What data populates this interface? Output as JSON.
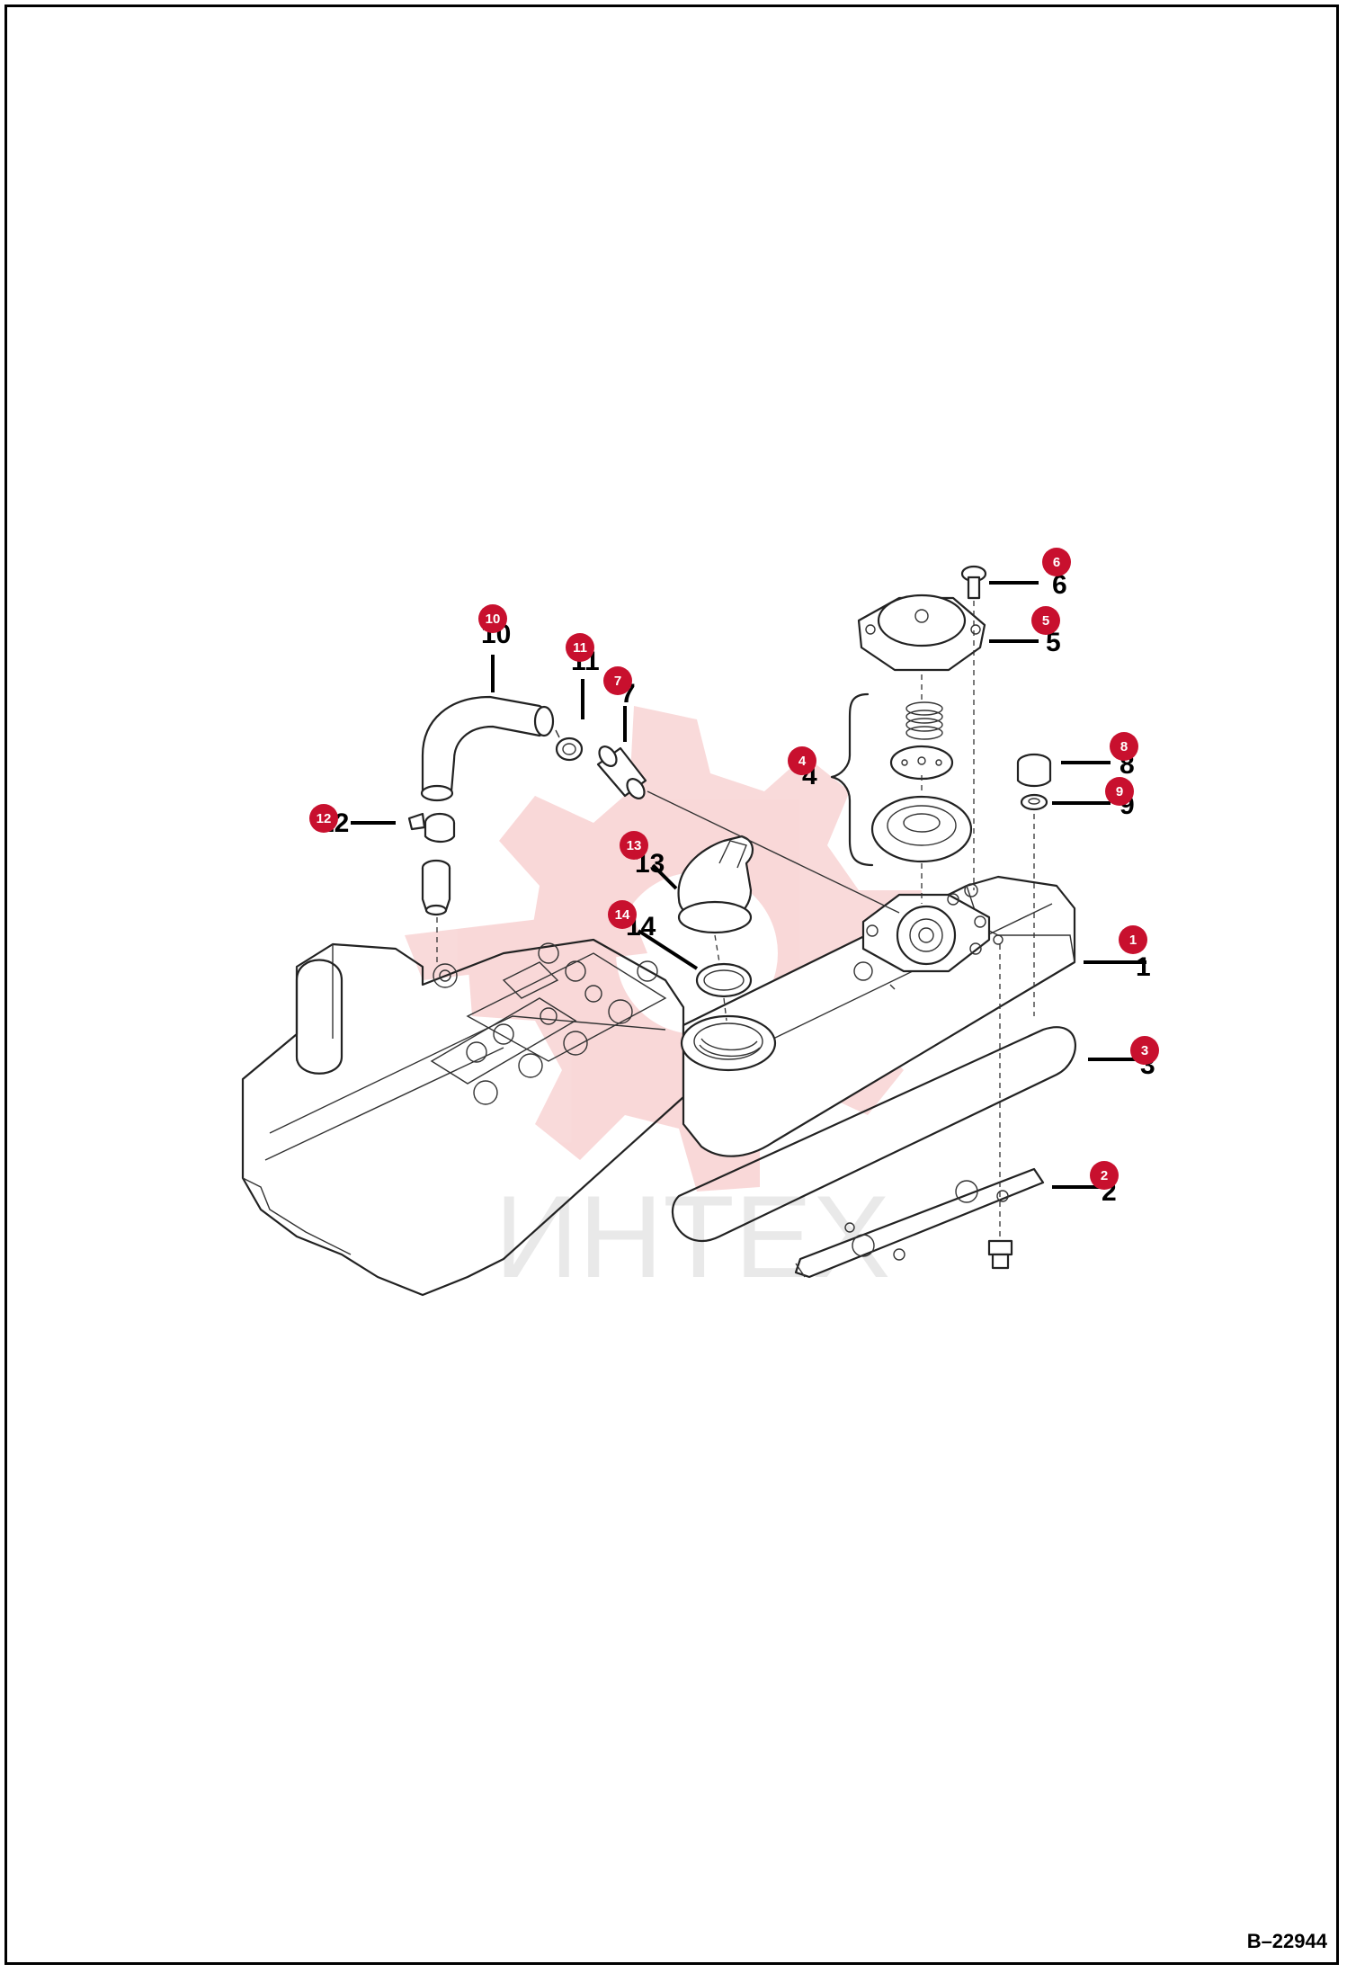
{
  "figure": {
    "reference_code": "B–22944",
    "watermark_text": "ИНТЕХ"
  },
  "callouts": [
    {
      "id": "1",
      "printed_label": "1",
      "marker_label": "1"
    },
    {
      "id": "2",
      "printed_label": "2",
      "marker_label": "2"
    },
    {
      "id": "3",
      "printed_label": "3",
      "marker_label": "3"
    },
    {
      "id": "4",
      "printed_label": "4",
      "marker_label": "4"
    },
    {
      "id": "5",
      "printed_label": "5",
      "marker_label": "5"
    },
    {
      "id": "6",
      "printed_label": "6",
      "marker_label": "6"
    },
    {
      "id": "7",
      "printed_label": "7",
      "marker_label": "7"
    },
    {
      "id": "8",
      "printed_label": "8",
      "marker_label": "8"
    },
    {
      "id": "9",
      "printed_label": "9",
      "marker_label": "9"
    },
    {
      "id": "10",
      "printed_label": "10",
      "marker_label": "10"
    },
    {
      "id": "11",
      "printed_label": "11",
      "marker_label": "11"
    },
    {
      "id": "12",
      "printed_label": "12",
      "marker_label": "12"
    },
    {
      "id": "13",
      "printed_label": "13",
      "marker_label": "13"
    },
    {
      "id": "14",
      "printed_label": "14",
      "marker_label": "14"
    }
  ],
  "colors": {
    "callout_marker": "#c8102e",
    "watermark": "#e03030",
    "line_art": "#222222",
    "border": "#000000"
  }
}
